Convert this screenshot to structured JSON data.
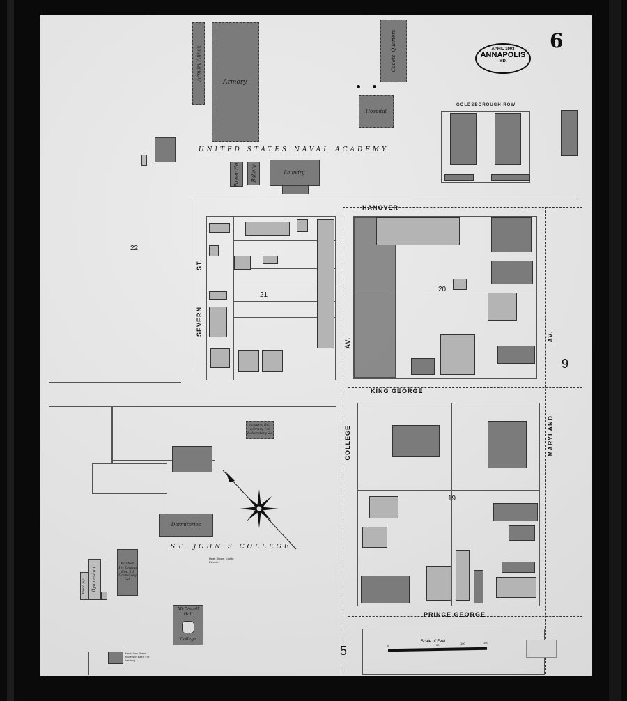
{
  "title_cartouche": {
    "date": "APRIL 1903",
    "city": "ANNAPOLIS",
    "state": "MD."
  },
  "sheet_number": "6",
  "streets": {
    "hanover": "HANOVER",
    "king_george": "KING GEORGE",
    "prince_george": "PRINCE GEORGE",
    "severn": "SEVERN",
    "severn_suffix": "ST.",
    "college": "COLLEGE",
    "college_suffix": "AV.",
    "maryland": "MARYLAND",
    "maryland_suffix": "AV."
  },
  "blocks": [
    "22",
    "21",
    "20",
    "19",
    "9",
    "5"
  ],
  "areas": {
    "naval_academy": "UNITED STATES NAVAL ACADEMY.",
    "goldsborough_row": "GOLDSBOROUGH ROW.",
    "st_johns": "ST. JOHN'S COLLEGE.",
    "st_johns_note": "Heat: Steam. Lights: Electric.",
    "boiler_note": "Heat: Low Press. Boilers in Bas't. For Heating."
  },
  "buildings": {
    "armory_annex": "Armory Annex",
    "armory": "Armory.",
    "cadets_quarters": "Cadets' Quarters",
    "hospital": "Hospital",
    "power_house": "Power Ho.",
    "bakery": "Bakery",
    "laundry": "Laundry.",
    "armory_library": "Armory Bd. Library 1st Laboratory 2d",
    "dormitories": "Dormitories",
    "gymnasium": "Gymnasium",
    "wood_shop": "Wood Sp.",
    "kitchen": "Kitchen 1st Dining Rm. 2d Dormitory 3d",
    "mcdowell_hall": "McDowell Hall",
    "college": "College"
  },
  "scale": {
    "title": "Scale of Feet.",
    "ticks": [
      "0",
      "50",
      "100",
      "150"
    ]
  },
  "colors": {
    "paper": "#e4e4e4",
    "building": "#7b7b7b",
    "frame": "#0a0a0a"
  }
}
